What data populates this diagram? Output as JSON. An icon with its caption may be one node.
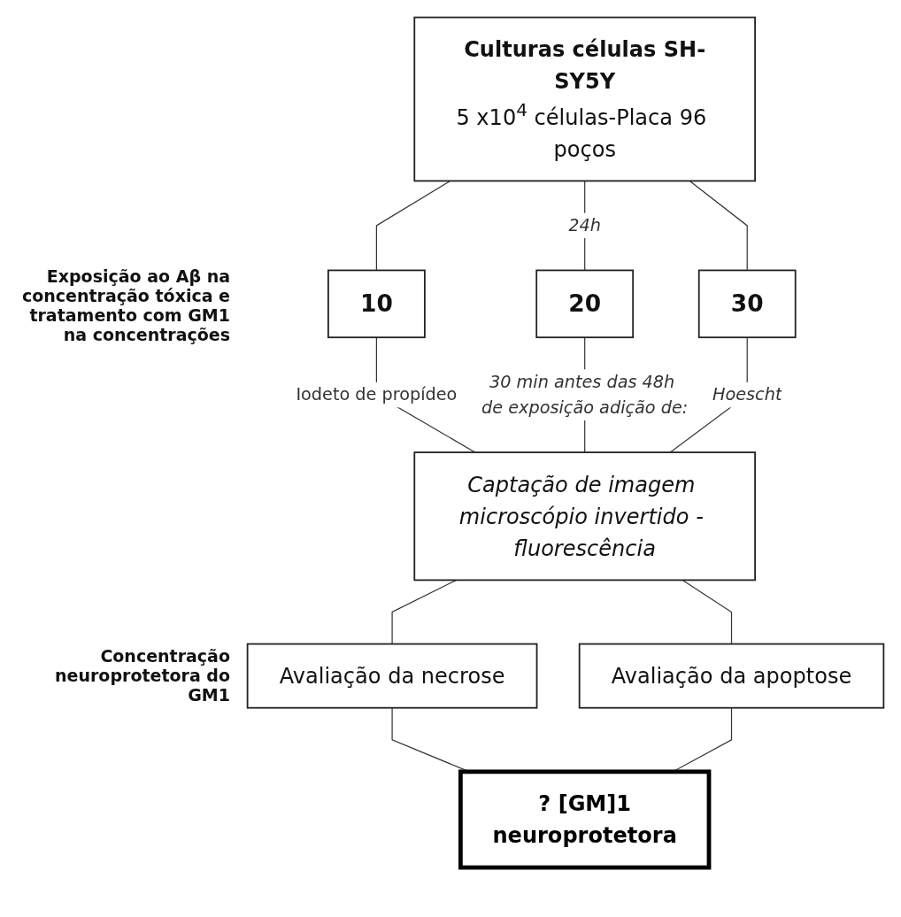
{
  "diagram": {
    "nodes": [
      {
        "text": [
          "Culturas células SH-SY5Y",
          "5 x10$^{4}$ células-Placa 96 poços"
        ]
      },
      {
        "text": [
          "10"
        ]
      },
      {
        "text": [
          "20"
        ]
      },
      {
        "text": [
          "30"
        ]
      },
      {
        "text": [
          "Captação de imagem microscópio invertido - fluorescência"
        ]
      },
      {
        "text": [
          "Avaliação da necrose"
        ]
      },
      {
        "text": [
          "Avaliação da apoptose"
        ]
      },
      {
        "text": [
          "? [GM]1",
          "neuroprotetora"
        ]
      }
    ],
    "edges": [
      {
        "from": 0,
        "to": 1,
        "arrow": "none"
      },
      {
        "from": 0,
        "to": 2,
        "arrow": "none",
        "label": "24h"
      },
      {
        "from": 0,
        "to": 3,
        "arrow": "none"
      },
      {
        "from": 1,
        "to": 4,
        "arrow": "none",
        "label": "Iodeto de propídeo"
      },
      {
        "from": 2,
        "to": 4,
        "arrow": "none",
        "label": "30 min antes das 48h de exposição adição de:"
      },
      {
        "from": 3,
        "to": 4,
        "arrow": "none",
        "label": "Hoescht"
      },
      {
        "from": 4,
        "to": 5,
        "arrow": "none"
      },
      {
        "from": 4,
        "to": 6,
        "arrow": "none"
      },
      {
        "from": 5,
        "to": 7,
        "arrow": "none"
      },
      {
        "from": 6,
        "to": 7,
        "arrow": "none"
      }
    ],
    "labels": [
      "Exposição ao Aβ na concentração tóxica e tratamento com GM1 na concentrações",
      "Concentração neuroprotetora do GM1"
    ]
  }
}
